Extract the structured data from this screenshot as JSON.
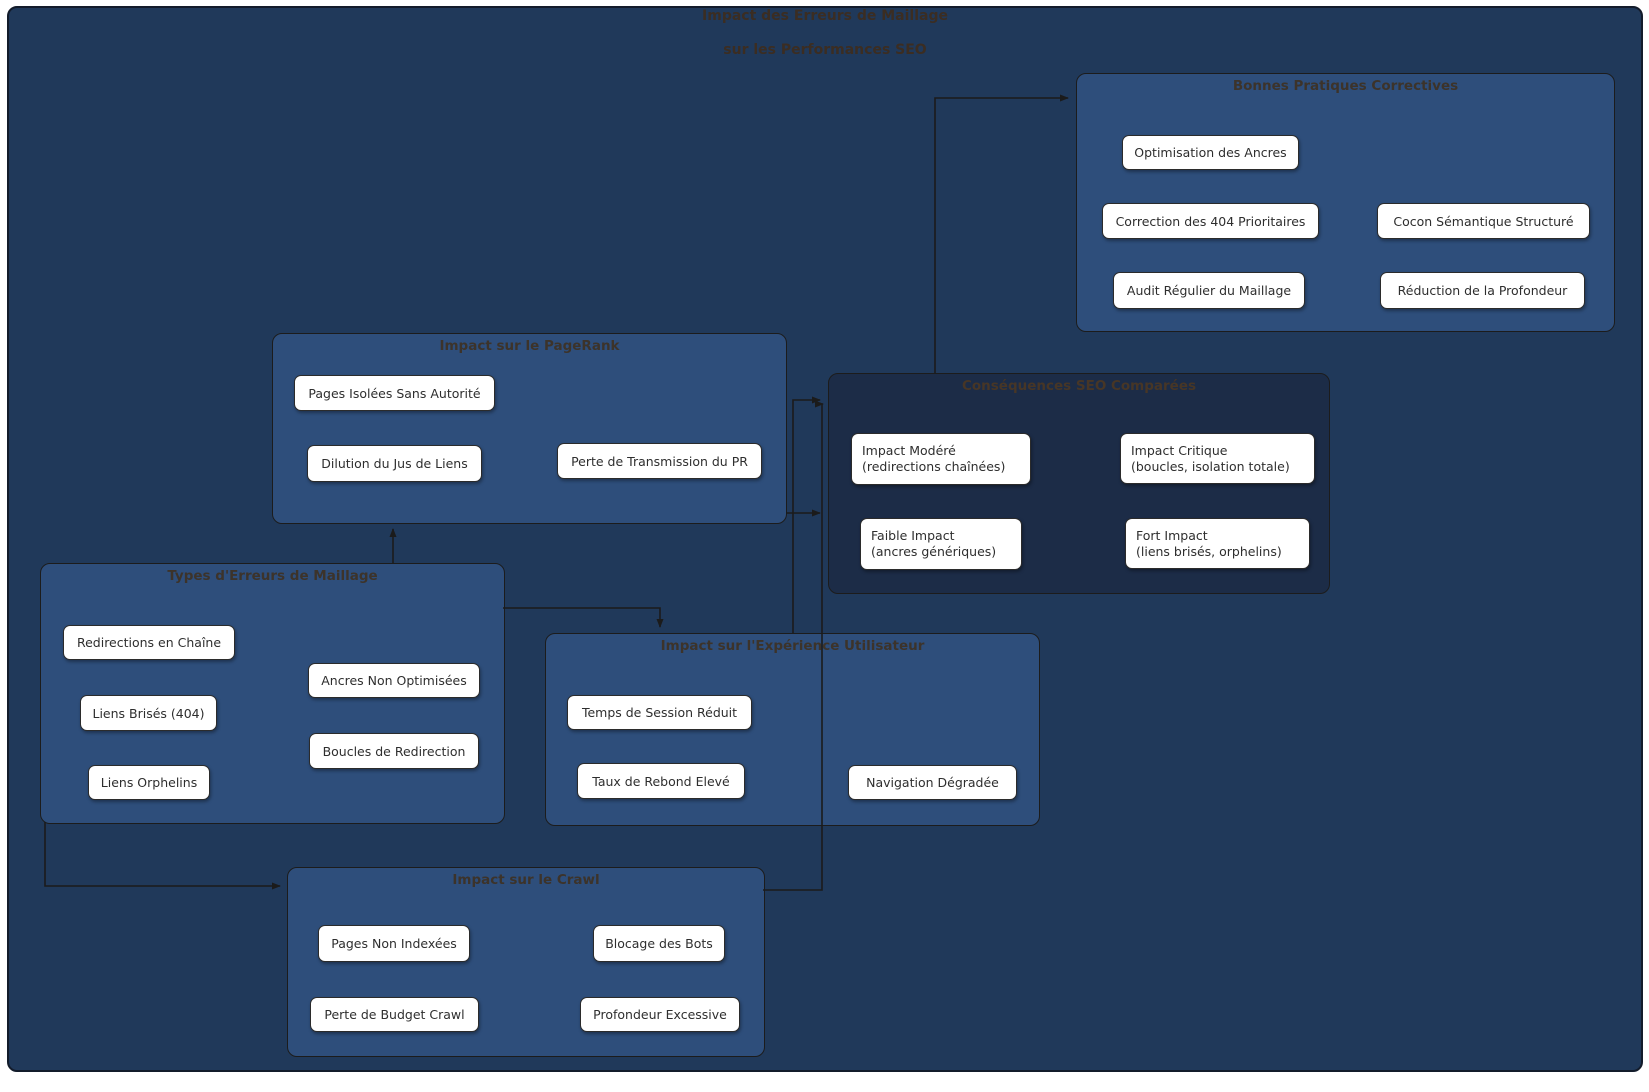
{
  "diagram_title": {
    "line1": "Impact des Erreurs de Maillage",
    "line2": "sur les Performances SEO"
  },
  "colors": {
    "canvas_bg": "#20395a",
    "group_bg": "#2e4e7b",
    "dark_group_bg": "#1c2c47",
    "node_bg": "#ffffff",
    "edge": "#1b1b1b",
    "title_text": "#3b2d22"
  },
  "groups": [
    {
      "id": "bonnes-pratiques",
      "title": "Bonnes Pratiques Correctives",
      "nodes": [
        {
          "label": "Optimisation des Ancres"
        },
        {
          "label": "Correction des 404 Prioritaires"
        },
        {
          "label": "Cocon Sémantique Structuré"
        },
        {
          "label": "Audit Régulier du Maillage"
        },
        {
          "label": "Réduction de la Profondeur"
        }
      ]
    },
    {
      "id": "pagerank",
      "title": "Impact sur le PageRank",
      "nodes": [
        {
          "label": "Pages Isolées Sans Autorité"
        },
        {
          "label": "Dilution du Jus de Liens"
        },
        {
          "label": "Perte de Transmission du PR"
        }
      ]
    },
    {
      "id": "consequences",
      "title": "Conséquences SEO Comparées",
      "nodes": [
        {
          "line1": "Impact Modéré",
          "line2": "(redirections chaînées)"
        },
        {
          "line1": "Impact Critique",
          "line2": "(boucles, isolation totale)"
        },
        {
          "line1": "Faible Impact",
          "line2": "(ancres génériques)"
        },
        {
          "line1": "Fort Impact",
          "line2": "(liens brisés, orphelins)"
        }
      ]
    },
    {
      "id": "types-erreurs",
      "title": "Types d'Erreurs de Maillage",
      "nodes": [
        {
          "label": "Redirections en Chaîne"
        },
        {
          "label": "Ancres Non Optimisées"
        },
        {
          "label": "Liens Brisés (404)"
        },
        {
          "label": "Boucles de Redirection"
        },
        {
          "label": "Liens Orphelins"
        }
      ]
    },
    {
      "id": "experience-utilisateur",
      "title": "Impact sur l'Expérience Utilisateur",
      "nodes": [
        {
          "label": "Temps de Session Réduit"
        },
        {
          "label": "Taux de Rebond Elevé"
        },
        {
          "label": "Navigation Dégradée"
        }
      ]
    },
    {
      "id": "crawl",
      "title": "Impact sur le Crawl",
      "nodes": [
        {
          "label": "Pages Non Indexées"
        },
        {
          "label": "Blocage des Bots"
        },
        {
          "label": "Perte de Budget Crawl"
        },
        {
          "label": "Profondeur Excessive"
        }
      ]
    }
  ],
  "edges": [
    {
      "from": "types-erreurs",
      "to": "pagerank"
    },
    {
      "from": "types-erreurs",
      "to": "experience-utilisateur"
    },
    {
      "from": "types-erreurs",
      "to": "crawl"
    },
    {
      "from": "pagerank",
      "to": "consequences"
    },
    {
      "from": "experience-utilisateur",
      "to": "consequences"
    },
    {
      "from": "crawl",
      "to": "consequences"
    },
    {
      "from": "consequences",
      "to": "bonnes-pratiques"
    }
  ]
}
